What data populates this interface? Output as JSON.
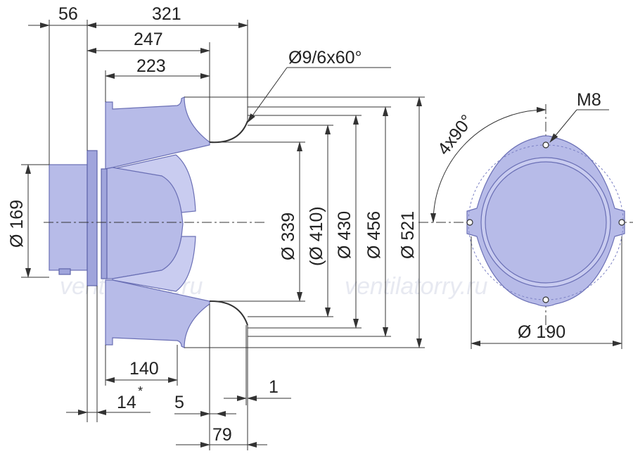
{
  "watermarks": [
    "ventilatorry.ru",
    "ventilatorry.ru"
  ],
  "dimensions": {
    "d56": "56",
    "d321": "321",
    "d247": "247",
    "d223": "223",
    "hole": "Ø9/6x60°",
    "d169": "Ø 169",
    "d339": "Ø 339",
    "d410": "(Ø 410)",
    "d430": "Ø 430",
    "d456": "Ø 456",
    "d521": "Ø 521",
    "d140": "140",
    "d14": "14",
    "d14_mark": "*",
    "d5": "5",
    "d1": "1",
    "d79": "79",
    "angle": "4x90°",
    "thread": "M8",
    "d190": "Ø 190"
  },
  "colors": {
    "body": "#b7bbe8",
    "outline": "#6a6fb5",
    "line": "#333333",
    "watermark": "#e7e9f1"
  }
}
